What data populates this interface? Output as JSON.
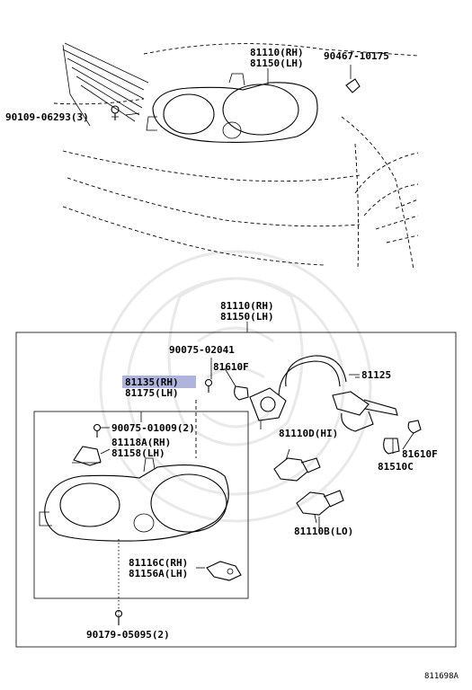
{
  "highlight": {
    "color": "#aeb4dc"
  },
  "upper": {
    "assembly_rh": "81110(RH)",
    "assembly_lh": "81150(LH)",
    "nut": "90467-10175",
    "screw": "90109-06293(3)"
  },
  "lower": {
    "assembly_rh": "81110(RH)",
    "assembly_lh": "81150(LH)",
    "screw_top": "90075-02041",
    "selected_rh": "81135(RH)",
    "selected_lh": "81175(LH)",
    "bulb_side_top": "81610F",
    "socket_harness": "81125",
    "screw_inner": "90075-01009(2)",
    "bracket_rh": "81118A(RH)",
    "bracket_lh": "81158(LH)",
    "bulb_hi": "81110D(HI)",
    "bulb_side_right": "81610F",
    "bulb_parking": "81510C",
    "bulb_lo": "81110B(LO)",
    "adjuster_rh": "81116C(RH)",
    "adjuster_lh": "81156A(LH)",
    "screw_bottom": "90179-05095(2)"
  },
  "figure_id": "811698A"
}
